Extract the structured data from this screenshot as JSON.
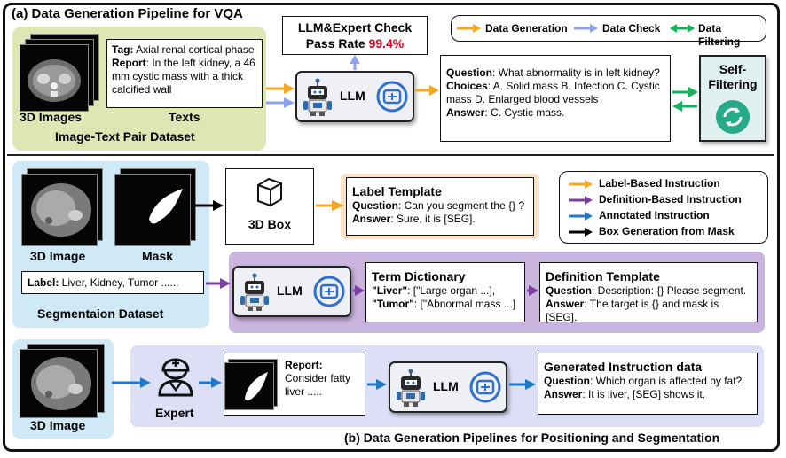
{
  "section_a": {
    "title": "(a) Data Generation Pipeline for VQA",
    "dataset_label": "Image-Text Pair Dataset",
    "images_label": "3D Images",
    "texts_label": "Texts",
    "tag_key": "Tag:",
    "tag_value": " Axial renal cortical phase",
    "report_key": "Report",
    "report_value": ": In the left kidney, a 46 mm cystic mass with a thick calcified wall",
    "llm_label": "LLM",
    "check_title": "LLM&Expert Check",
    "pass_rate_label": "Pass Rate ",
    "pass_rate_value": "99.4%",
    "qa": {
      "question_key": "Question",
      "question_value": ": What abnormality is in left kidney?",
      "choices_key": "Choices",
      "choices_value": ": A. Solid mass B. Infection C. Cystic mass D. Enlarged blood vessels",
      "answer_key": "Answer",
      "answer_value": ": C. Cystic mass."
    },
    "self_filter_l1": "Self-",
    "self_filter_l2": "Filtering",
    "legend": {
      "generation": "Data Generation",
      "check": "Data Check",
      "filtering": "Data Filtering"
    }
  },
  "section_b": {
    "title": "(b) Data Generation Pipelines for Positioning and Segmentation",
    "image_label": "3D Image",
    "mask_label": "Mask",
    "box_label": "3D Box",
    "label_key": "Label:",
    "label_value": " Liver, Kidney, Tumor ......",
    "dataset_label": "Segmentaion  Dataset",
    "label_template": {
      "title": "Label Template",
      "question_key": "Question",
      "question_value": ": Can you segment the {} ?",
      "answer_key": "Answer",
      "answer_value": ": Sure, it is [SEG]."
    },
    "legend": {
      "label_based": "Label-Based Instruction",
      "definition_based": "Definition-Based Instruction",
      "annotated": "Annotated Instruction",
      "box_gen": "Box Generation from Mask"
    },
    "llm_label": "LLM",
    "term_dict": {
      "title": "Term Dictionary",
      "liver_key": "\"Liver\"",
      "liver_value": ": [\"Large organ ...],",
      "tumor_key": "\"Tumor\"",
      "tumor_value": ": [\"Abnormal mass ...]"
    },
    "def_template": {
      "title": "Definition Template",
      "question_key": "Question",
      "question_value": ": Description: {} Please segment.",
      "answer_key": "Answer",
      "answer_value": ": The target is {} and mask is [SEG]."
    },
    "image3_label": "3D Image",
    "expert_label": "Expert",
    "report_key": "Report:",
    "report_value": "Consider fatty liver .....",
    "llm3_label": "LLM",
    "generated": {
      "title": "Generated Instruction data",
      "question_key": "Question",
      "question_value": ": Which organ is affected by fat?",
      "answer_key": "Answer",
      "answer_value": ": It is liver, [SEG] shows it."
    }
  },
  "colors": {
    "orange": "#f5a623",
    "light_blue": "#8fa2f0",
    "green": "#1aaf5d",
    "purple": "#7b3fa0",
    "blue": "#1f78c8",
    "black": "#000000",
    "red": "#e2001a"
  }
}
